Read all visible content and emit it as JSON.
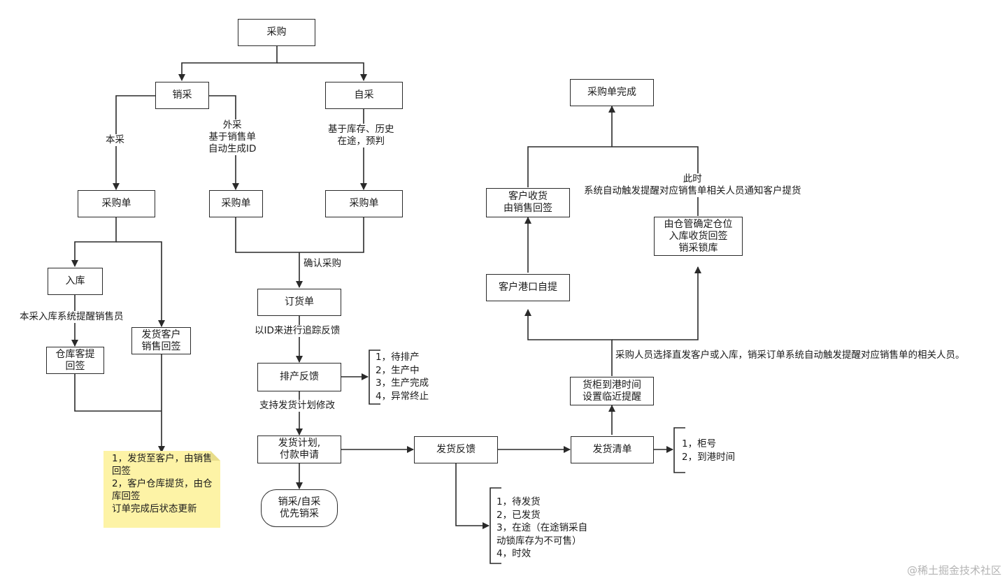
{
  "nodes": {
    "caigou": "采购",
    "xiaocai": "销采",
    "zicai": "自采",
    "caigoudan_1": "采购单",
    "caigoudan_2": "采购单",
    "caigoudan_3": "采购单",
    "ruku": "入库",
    "cangku_ketai": "仓库客提\n回签",
    "fahuo_kehu": "发货客户\n销售回签",
    "dinghuodan": "订货单",
    "paichan_fankui": "排产反馈",
    "fahuo_jihua": "发货计划,\n付款申请",
    "xiaocai_zicai": "销采/自采\n优先销采",
    "fahuo_fankui": "发货反馈",
    "fahuo_qingdan": "发货清单",
    "huogui_daogang": "货柜到港时间\n设置临近提醒",
    "kehu_gangkou": "客户港口自提",
    "kehu_shouhuo": "客户收货\n由销售回签",
    "cangguan_queding": "由仓管确定仓位\n入库收货回签\n销采锁库",
    "caigoudan_wancheng": "采购单完成"
  },
  "labels": {
    "bencai": "本采",
    "waicai": "外采\n基于销售单\n自动生成ID",
    "kucun": "基于库存、历史\n在途，预判",
    "queren": "确认采购",
    "bencai_ruku": "本采入库系统提醒销售员",
    "yiid": "以ID来进行追踪反馈",
    "zhichi": "支持发货计划修改",
    "caigou_renyuan": "采购人员选择直发客户或入库，销采订单系统自动触发提醒对应销售单的相关人员。",
    "cishi": "此时\n系统自动触发提醒对应销售单相关人员通知客户提货"
  },
  "lists": {
    "paichan": "1，待排产\n2，生产中\n3，生产完成\n4，异常终止",
    "qingdan": "1，柜号\n2，到港时间",
    "fankui": "1，待发货\n2，已发货\n3，在途（在途销采自\n动锁库存为不可售）\n4，时效"
  },
  "note": {
    "line1": "1，发货至客户，由销售回签",
    "line2": "2，客户仓库提货，由仓库回签",
    "line3": "订单完成后状态更新"
  },
  "watermark": "@稀土掘金技术社区"
}
